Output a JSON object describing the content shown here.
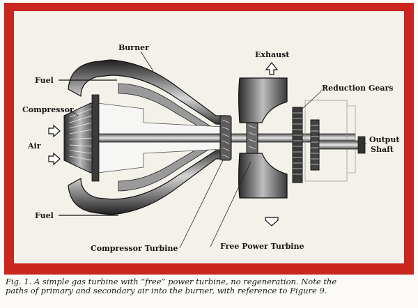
{
  "diagram": {
    "labels": {
      "burner": "Burner",
      "exhaust": "Exhaust",
      "fuel_top": "Fuel",
      "reduction_gears": "Reduction Gears",
      "compressor": "Compressor",
      "air": "Air",
      "output_line1": "Output",
      "output_line2": "Shaft",
      "fuel_bottom": "Fuel",
      "compressor_turbine": "Compressor Turbine",
      "free_power_turbine": "Free Power Turbine"
    },
    "colors": {
      "frame": "#c8261f",
      "panel": "#f4f1ea",
      "metal_dark": "#2b2b2b",
      "metal_mid": "#7d7d7d",
      "metal_light": "#cfcfcf"
    }
  },
  "caption": {
    "line1": "Fig. 1. A simple gas turbine with “free” power turbine, no regeneration. Note the",
    "line2": "paths of primary and secondary air into the burner, with reference to Figure 9."
  }
}
